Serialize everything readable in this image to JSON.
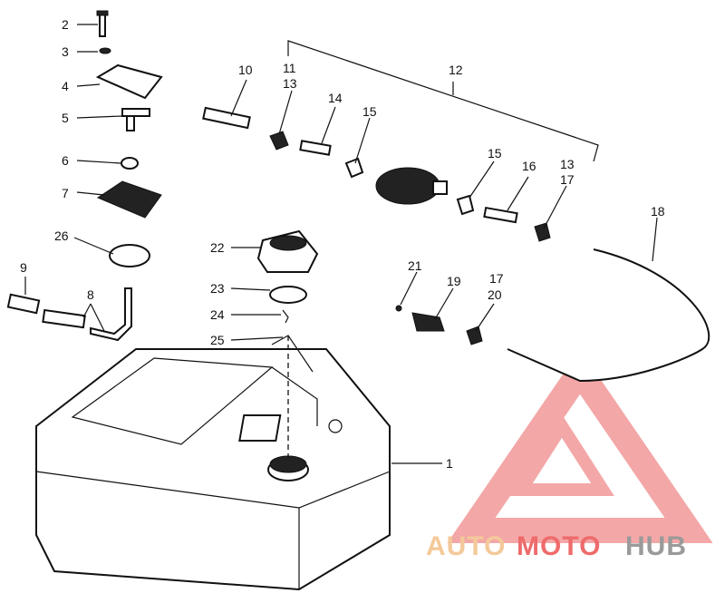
{
  "callouts": {
    "c1": "1",
    "c2": "2",
    "c3": "3",
    "c4": "4",
    "c5": "5",
    "c6": "6",
    "c7": "7",
    "c8": "8",
    "c9": "9",
    "c10": "10",
    "c11": "11",
    "c12": "12",
    "c13a": "13",
    "c13b": "13",
    "c14": "14",
    "c15a": "15",
    "c15b": "15",
    "c16": "16",
    "c17a": "17",
    "c17b": "17",
    "c18": "18",
    "c19": "19",
    "c20": "20",
    "c21": "21",
    "c22": "22",
    "c23": "23",
    "c24": "24",
    "c25": "25",
    "c26": "26"
  },
  "watermark": {
    "part1": "AUTO",
    "part2": "MOTO",
    "part3": "HUB",
    "color_light": "#f4c99a",
    "color_red": "#ef6b6b",
    "color_gray": "#9a9a9a"
  }
}
